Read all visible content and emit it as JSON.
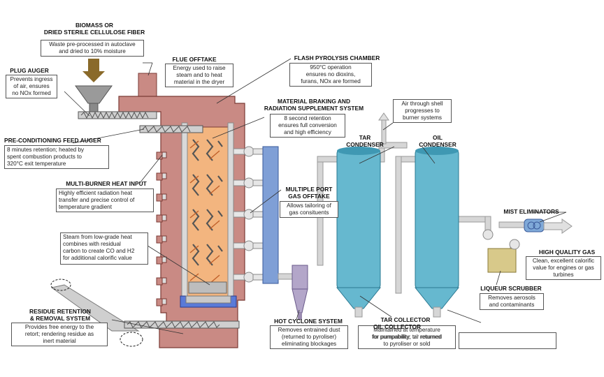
{
  "colors": {
    "retort": "#c98a84",
    "retort_dark": "#7a3a35",
    "chamber": "#f3b57f",
    "column": "#66b8cf",
    "header_bar": "#7f9fd6",
    "pipe": "#d6d6d6",
    "scrubber": "#d8c98a",
    "mist": "#7fa9d8",
    "cyclone": "#b3a6c9",
    "arrow_brown": "#8a6a2a"
  },
  "labels": {
    "biomass_title": "BIOMASS OR\nDRIED STERILE CELLULOSE FIBER",
    "biomass_desc": "Waste pre-processed in autoclave\nand dried to 10% moisture",
    "plug_title": "PLUG AUGER",
    "plug_desc": "Prevents ingress\nof air, ensures\nno NOx formed",
    "flue_title": "FLUE OFFTAKE",
    "flue_desc": "Energy used to raise\nsteam and to heat\nmaterial in the dryer",
    "flash_title": "FLASH PYROLYSIS CHAMBER",
    "flash_desc": "950°C operation\nensures no dioxins,\nfurans, NOx are formed",
    "braking_title": "MATERIAL BRAKING AND\nRADIATION SUPPLEMENT SYSTEM",
    "braking_desc": "8 second retention\nensures full conversion\nand high efficiency",
    "air_desc": "Air through shell\nprogresses to\nburner systems",
    "preconditioning_title": "PRE-CONDITIONING FEED AUGER",
    "preconditioning_desc": "8 minutes retention; heated by\nspent combustion products to\n320°C exit temperature",
    "tar_condenser": "TAR\nCONDENSER",
    "oil_condenser": "OIL\nCONDENSER",
    "multiburner_title": "MULTI-BURNER HEAT INPUT",
    "multiburner_desc": "Highly efficient radiation heat\ntransfer and precise control of\ntemperature gradient",
    "multiport_title": "MULTIPLE PORT\nGAS OFFTAKE",
    "multiport_desc": "Allows tailoring of\ngas consituents",
    "mist_title": "MIST ELIMINATORS",
    "high_gas_title": "HIGH QUALITY GAS",
    "high_gas_desc": "Clean, excellent calorific\nvalue for engines or gas\nturbines",
    "steam_desc": "Steam from low-grade heat\ncombines with residual\ncarbon to create CO and H2\nfor additional calorific value",
    "liqueur_title": "LIQUEUR SCRUBBER",
    "liqueur_desc": "Removes aerosols\nand contaminants",
    "residue_title": "RESIDUE  RETENTION\n& REMOVAL SYSTEM",
    "residue_desc": "Provides free energy to the\nretort; rendering residue as\ninert material",
    "cyclone_title": "HOT CYCLONE SYSTEM",
    "cyclone_desc": "Removes entrained dust\n(returned to pyroliser)\neliminating blockages",
    "tar_collector_title": "TAR COLLECTOR",
    "oil_collector_title": "OIL COLLECTOR",
    "collector_overlap_a": "Maintained at temperature\nfor pumpability; tar returned\nto pyroliser or sold",
    "collector_overlap_b": "Maintained at temperature\nfor pumpability, oil returned\nto pyroliser or sold"
  }
}
